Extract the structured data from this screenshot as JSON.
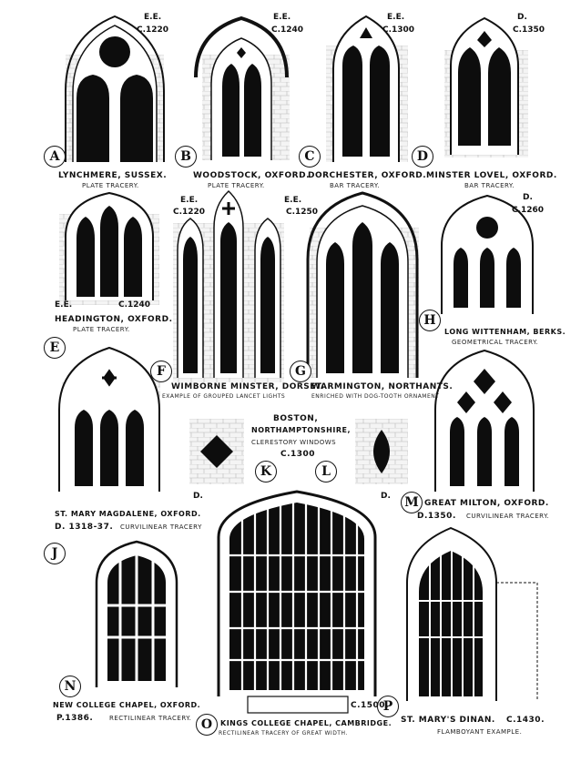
{
  "windows": [
    {
      "letter": "A",
      "period": "E.E.",
      "date": "C.1220",
      "place": "LYNCHMERE, SUSSEX.",
      "tracery": "PLATE TRACERY."
    },
    {
      "letter": "B",
      "period": "E.E.",
      "date": "C.1240",
      "place": "WOODSTOCK, OXFORD.",
      "tracery": "PLATE TRACERY."
    },
    {
      "letter": "C",
      "period": "E.E.",
      "date": "C.1300",
      "place": "DORCHESTER, OXFORD.",
      "tracery": "BAR TRACERY."
    },
    {
      "letter": "D",
      "period": "D.",
      "date": "C.1350",
      "place": "MINSTER LOVEL, OXFORD.",
      "tracery": "BAR TRACERY."
    },
    {
      "letter": "E",
      "period": "E.E.",
      "date": "C.1240",
      "place": "HEADINGTON, OXFORD.",
      "tracery": "PLATE TRACERY."
    },
    {
      "letter": "F",
      "period": "E.E.",
      "date": "C.1220",
      "place": "WIMBORNE MINSTER, DORSET.",
      "tracery": "EXAMPLE OF GROUPED LANCET LIGHTS"
    },
    {
      "letter": "G",
      "period": "E.E.",
      "date": "C.1250",
      "place": "WARMINGTON, NORTHANTS.",
      "tracery": "ENRICHED WITH DOG-TOOTH ORNAMENT"
    },
    {
      "letter": "H",
      "period": "D.",
      "date": "C.1260",
      "place": "LONG WITTENHAM, BERKS.",
      "tracery": "GEOMETRICAL TRACERY."
    },
    {
      "letter": "J",
      "period": "",
      "date": "D. 1318-37.",
      "place": "ST. MARY MAGDALENE, OXFORD.",
      "tracery": "CURVILINEAR TRACERY"
    },
    {
      "letter": "K",
      "period": "D.",
      "date": "",
      "place": "",
      "tracery": ""
    },
    {
      "letter": "L",
      "period": "D.",
      "date": "",
      "place": "",
      "tracery": ""
    },
    {
      "letter": "M",
      "period": "",
      "date": "D.1350.",
      "place": "GREAT MILTON, OXFORD.",
      "tracery": "CURVILINEAR TRACERY."
    },
    {
      "letter": "N",
      "period": "",
      "date": "P.1386.",
      "place": "NEW COLLEGE CHAPEL, OXFORD.",
      "tracery": "RECTILINEAR TRACERY."
    },
    {
      "letter": "O",
      "period": "",
      "date": "C.1500.",
      "place": "KINGS COLLEGE CHAPEL, CAMBRIDGE.",
      "tracery": "RECTILINEAR TRACERY OF GREAT WIDTH."
    },
    {
      "letter": "P",
      "period": "",
      "date": "C.1430.",
      "place": "ST. MARY'S DINAN.",
      "tracery": "FLAMBOYANT EXAMPLE."
    }
  ],
  "boston_note": {
    "line1": "BOSTON,",
    "line2": "NORTHAMPTONSHIRE,",
    "line3": "CLERESTORY WINDOWS",
    "line4": "C.1300"
  },
  "colors": {
    "ink": "#111111",
    "stone": "#f2f2f2",
    "glass": "#0d0d0d",
    "paper": "#ffffff"
  }
}
